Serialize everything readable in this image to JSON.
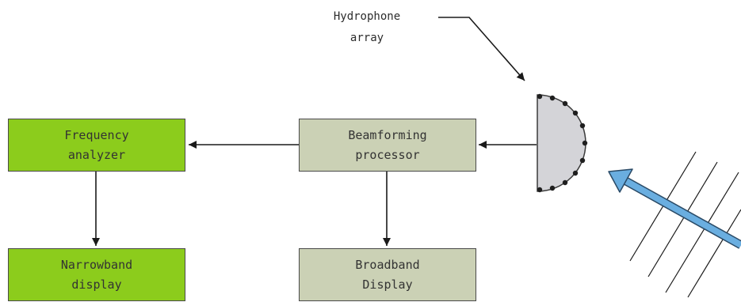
{
  "diagram": {
    "hydrophone_label_line1": "Hydrophone",
    "hydrophone_label_line2": "array",
    "boxes": {
      "frequency_analyzer": "Frequency\nanalyzer",
      "beamforming_processor": "Beamforming\nprocessor",
      "narrowband_display": "Narrowband\ndisplay",
      "broadband_display": "Broadband\nDisplay"
    },
    "colors": {
      "green_box": "#8ccc1c",
      "gray_box": "#cbd1b5",
      "array_fill": "#d4d4d8",
      "wave_arrow": "#6aaee0"
    }
  }
}
